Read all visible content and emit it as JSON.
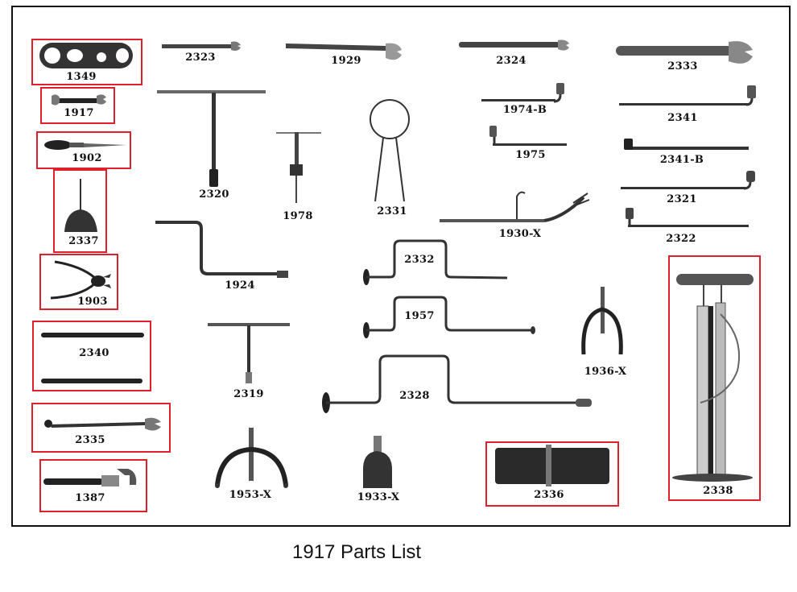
{
  "caption": "1917 Parts List",
  "highlight_color": "#e0202a",
  "parts": {
    "p1349": "1349",
    "p1917": "1917",
    "p1902": "1902",
    "p2337": "2337",
    "p1903": "1903",
    "p2340": "2340",
    "p2335": "2335",
    "p1387": "1387",
    "p2323": "2323",
    "p2320": "2320",
    "p1924": "1924",
    "p2319": "2319",
    "p1953x": "1953-X",
    "p1929": "1929",
    "p1978": "1978",
    "p2331": "2331",
    "p2332": "2332",
    "p1957": "1957",
    "p2328": "2328",
    "p1933x": "1933-X",
    "p2324": "2324",
    "p1974b": "1974-B",
    "p1975": "1975",
    "p1930x": "1930-X",
    "p1936x": "1936-X",
    "p2336": "2336",
    "p2333": "2333",
    "p2341": "2341",
    "p2341b": "2341-B",
    "p2321": "2321",
    "p2322": "2322",
    "p2338": "2338"
  },
  "highlighted_parts": [
    "1349",
    "1917",
    "1902",
    "2337",
    "1903",
    "2340",
    "2335",
    "1387",
    "2336",
    "2338"
  ]
}
